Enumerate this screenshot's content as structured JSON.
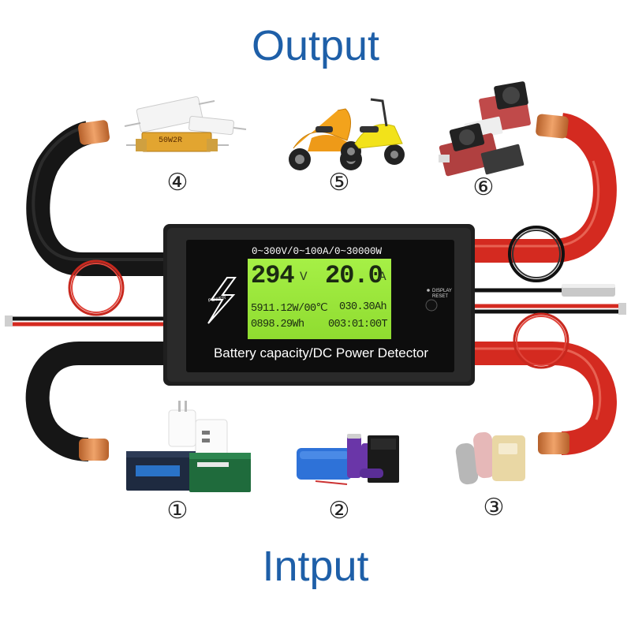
{
  "headings": {
    "top": "Output",
    "bottom": "Intput"
  },
  "loads": [
    {
      "number": "④",
      "item": "resistor"
    },
    {
      "number": "⑤",
      "item": "electric-scooter"
    },
    {
      "number": "⑥",
      "item": "electronic-load"
    }
  ],
  "sources": [
    {
      "number": "①",
      "item": "car-battery-and-charger"
    },
    {
      "number": "②",
      "item": "lithium-battery-pack"
    },
    {
      "number": "③",
      "item": "power-bank"
    }
  ],
  "resistor_label": "50W2R",
  "device": {
    "range": "0~300V/0~100A/0~30000W",
    "voltage": "294",
    "voltage_unit": "V",
    "current": "20.0",
    "current_unit": "A",
    "row1_left": "5911.12W/00℃",
    "row1_right": "030.30Ah",
    "row2_left": "0898.29Wh",
    "row2_right": "003:01:00T",
    "caption": "Battery capacity/DC Power Detector",
    "button_label_1": "DISPLAY",
    "button_label_2": "RESET",
    "power_text": "POWER"
  },
  "colors": {
    "heading": "#1e5fa8",
    "lcd": "#9bea3a",
    "red_cable": "#d42a20",
    "black_cable": "#1a1a1a",
    "copper": "#d9834a"
  }
}
